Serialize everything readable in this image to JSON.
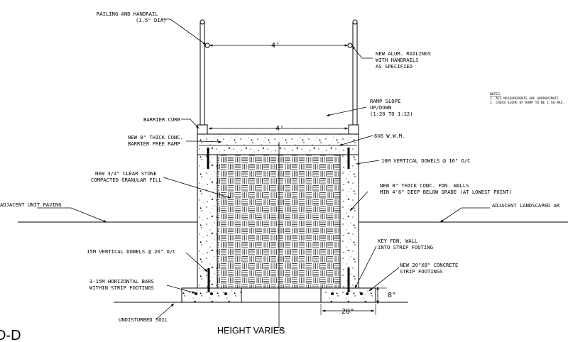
{
  "labels": {
    "railing_handrail_1": "RAILING AND HANDRAIL",
    "railing_handrail_2": "(1.5\" DIA)",
    "railing_width": "4'",
    "new_alum_1": "NEW ALUM. RAILINGS",
    "new_alum_2": "WITH HANDRAILS",
    "new_alum_3": "AS SPECIFIED",
    "ramp_slope_1": "RAMP SLOPE",
    "ramp_slope_2": "UP/DOWN",
    "ramp_slope_3": "(1:20 TO 1:12)",
    "barrier_curb": "BARRIER CURB",
    "ramp_width": "4'",
    "conc_ramp_1": "NEW 8\" THICK CONC.",
    "conc_ramp_2": "BARRIER FREE RAMP",
    "wwm": "6X6 W.W.M.",
    "dowels_10m": "10M VERTICAL DOWELS @ 16\" O/C",
    "clear_stone_1": "NEW 3/4\" CLEAR STONE",
    "clear_stone_2": "COMPACTED GRANULAR FILL",
    "fdn_walls_1": "NEW 8\" THICK CONC. FDN. WALLS",
    "fdn_walls_2": "MIN 4'6\" DEEP BELOW GRADE (AT LOWEST POINT)",
    "adj_unit_paving": "ADJACENT UNIT PAVING",
    "adj_landscaped": "ADJACENT LANDSCAPED AR",
    "dowels_15m": "15M VERTICAL DOWELS @ 20\" O/C",
    "key_fdn_1": "KEY FDN. WALL",
    "key_fdn_2": "INTO STRIP FOOTING",
    "strip_footings_1": "NEW 20\"X8\" CONCRETE",
    "strip_footings_2": "STRIP FOOTINGS",
    "horiz_bars_1": "3-15M HORIZONTAL BARS",
    "horiz_bars_2": "WITHIN STRIP FOOTINGS",
    "footing_height": "8\"",
    "footing_width": "20\"",
    "undisturbed_soil": "UNDISTURBED SOIL",
    "height_varies": "HEIGHT VARIES",
    "section_id": "D-D"
  },
  "notes": {
    "title": "NOTES:",
    "line1": "1. ALL MEASUREMENTS ARE APPROXIMATE",
    "line2": "2. CROSS SLOPE OF RAMP TO BE 1:50 MAX."
  },
  "colors": {
    "ink": "#000000",
    "background": "#ffffff"
  }
}
